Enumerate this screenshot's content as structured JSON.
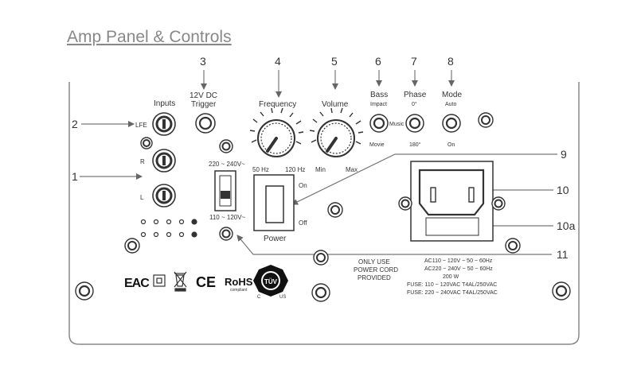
{
  "title": "Amp Panel & Controls",
  "callouts": {
    "c2": "2",
    "c1": "1",
    "c3": "3",
    "c4": "4",
    "c5": "5",
    "c6": "6",
    "c7": "7",
    "c8": "8",
    "c9": "9",
    "c10": "10",
    "c10a": "10a",
    "c11": "11"
  },
  "labels": {
    "inputs": "Inputs",
    "trigger_line1": "12V DC",
    "trigger_line2": "Trigger",
    "lfe": "LFE",
    "r": "R",
    "l": "L",
    "frequency": "Frequency",
    "freq_min": "50 Hz",
    "freq_max": "120 Hz",
    "volume": "Volume",
    "vol_min": "Min",
    "vol_max": "Max",
    "bass": "Bass",
    "bass_top": "Impact",
    "bass_mid": "Music",
    "bass_bottom": "Movie",
    "phase": "Phase",
    "phase_top": "0°",
    "phase_bottom": "180°",
    "mode": "Mode",
    "mode_top": "Auto",
    "mode_bottom": "On",
    "voltage_high": "220 ~ 240V~",
    "voltage_low": "110 ~ 120V~",
    "power_on": "On",
    "power_off": "Off",
    "power": "Power",
    "notice_line1": "ONLY USE",
    "notice_line2": "POWER CORD",
    "notice_line3": "PROVIDED",
    "spec_line1": "AC110 ~ 120V ~ 50 ~ 60Hz",
    "spec_line2": "AC220 ~ 240V ~ 50 ~ 60Hz",
    "spec_line3": "200 W",
    "spec_line4": "FUSE: 110 ~ 120VAC T4AL/250VAC",
    "spec_line5": "FUSE: 220 ~ 240VAC T4AL/250VAC",
    "rohs": "RoHS",
    "rohs_sub": "compliant",
    "tuv": "TÜV",
    "tuv_c": "C",
    "tuv_us": "US",
    "ce": "CE",
    "eac": "EAC"
  }
}
